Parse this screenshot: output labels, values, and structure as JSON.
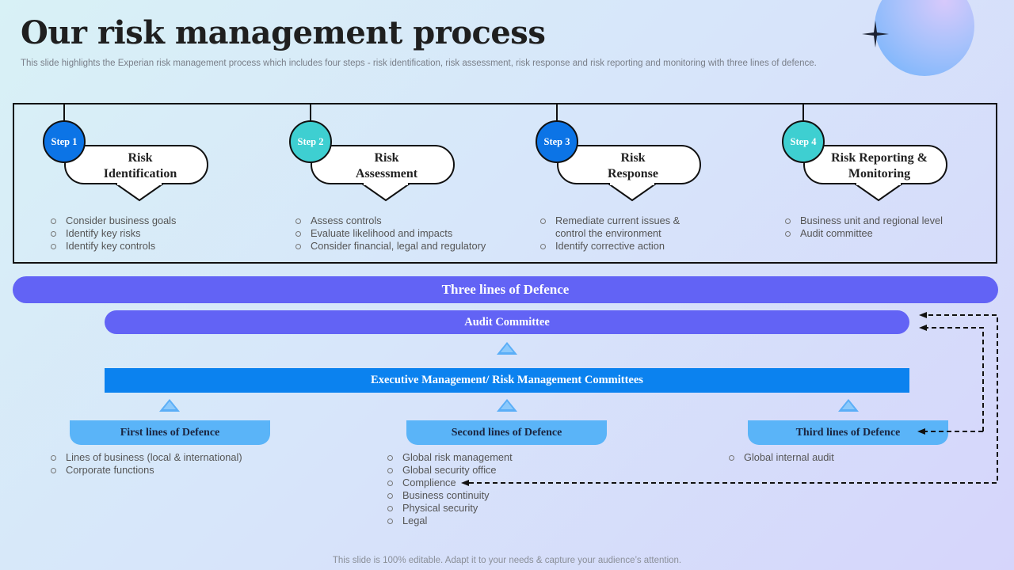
{
  "title": "Our risk management process",
  "subtitle": "This slide highlights the Experian risk management process which includes four steps - risk identification, risk assessment, risk response and risk reporting and monitoring with three lines of defence.",
  "colors": {
    "step_blue": "#0c74e6",
    "step_teal": "#3ecfd1",
    "defence_purple": "#6263f5",
    "exec_blue": "#0b82ef",
    "line_box_blue": "#5ab4f8"
  },
  "steps": [
    {
      "badge": "Step 1",
      "line1": "Risk",
      "line2": "Identification",
      "color": "blue",
      "bullets": [
        "Consider business goals",
        "Identify key risks",
        "Identify key controls"
      ]
    },
    {
      "badge": "Step 2",
      "line1": "Risk",
      "line2": "Assessment",
      "color": "teal",
      "bullets": [
        "Assess controls",
        "Evaluate likelihood and impacts",
        "Consider financial, legal and regulatory"
      ]
    },
    {
      "badge": "Step 3",
      "line1": "Risk",
      "line2": "Response",
      "color": "blue",
      "bullets": [
        "Remediate current issues &",
        "control the environment",
        "Identify corrective  action"
      ]
    },
    {
      "badge": "Step 4",
      "line1": "Risk Reporting &",
      "line2": "Monitoring",
      "color": "teal",
      "bullets": [
        "Business unit and regional level",
        "Audit committee"
      ]
    }
  ],
  "defence": {
    "header": "Three lines of Defence",
    "audit": "Audit  Committee",
    "executive": "Executive Management/ Risk Management Committees",
    "lines": [
      {
        "label": "First lines of Defence",
        "bullets": [
          "Lines of business (local & international)",
          "Corporate  functions"
        ]
      },
      {
        "label": "Second lines of Defence",
        "bullets": [
          "Global risk management",
          "Global security office",
          "Complience",
          "Business continuity",
          "Physical security",
          "Legal"
        ]
      },
      {
        "label": "Third lines of Defence",
        "bullets": [
          "Global internal audit"
        ]
      }
    ]
  },
  "footer": "This slide is 100% editable. Adapt it to your needs & capture your audience’s attention."
}
